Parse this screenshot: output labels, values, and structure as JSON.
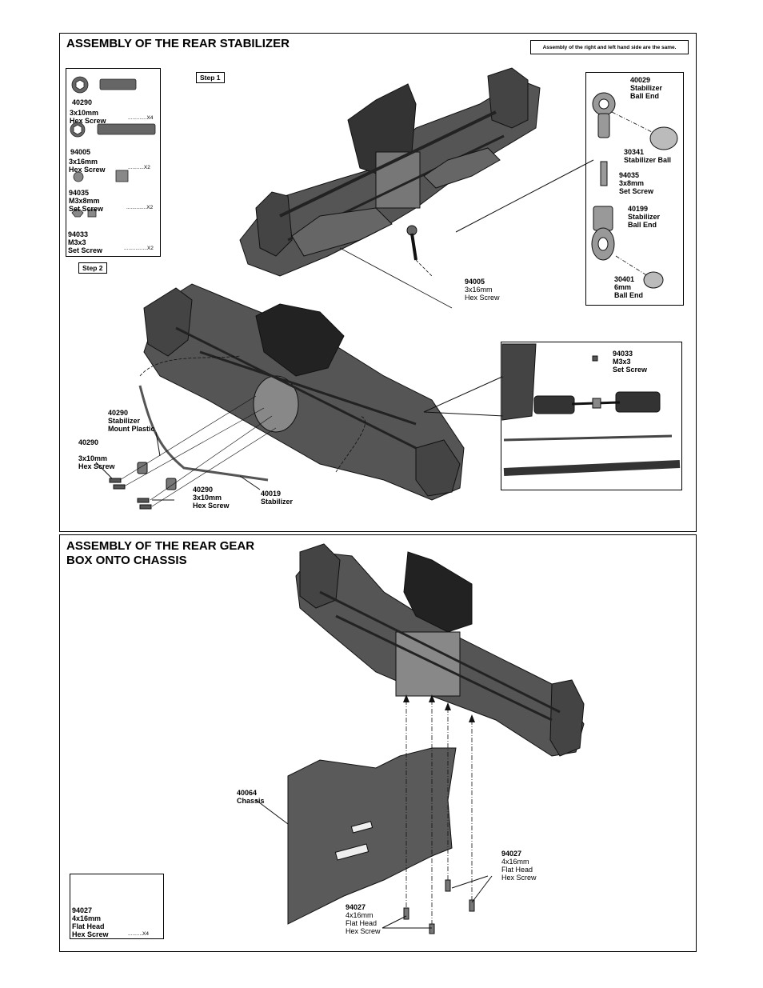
{
  "section1": {
    "title": "ASSEMBLY OF THE REAR STABILIZER",
    "note": "Assembly of the right and left hand side are the same.",
    "step1": "Step 1",
    "step2": "Step 2",
    "parts_box": [
      {
        "code": "40290",
        "desc": "3x10mm\nHex Screw",
        "qty": ".............X4"
      },
      {
        "code": "94005",
        "desc": "3x16mm\nHex Screw",
        "qty": "...........X2"
      },
      {
        "code": "94035",
        "desc": "M3x8mm\nSet Screw",
        "qty": "..............X2"
      },
      {
        "code": "94033",
        "desc": "M3x3\nSet Screw",
        "qty": "................X2"
      }
    ],
    "callouts": {
      "hex_94005": {
        "code": "94005",
        "desc": "3x16mm\nHex Screw"
      },
      "ball_end_40029": {
        "code": "40029",
        "desc": "Stabilizer\nBall End"
      },
      "ball_30341": {
        "code": "30341",
        "desc": "Stabilizer Ball"
      },
      "set_94035": {
        "code": "94035",
        "desc": "3x8mm\nSet Screw"
      },
      "ball_end_40199": {
        "code": "40199",
        "desc": "Stabilizer\nBall End"
      },
      "ball_end_30401": {
        "code": "30401",
        "desc": "6mm\nBall End"
      },
      "set_94033": {
        "code": "94033",
        "desc": "M3x3\nSet Screw"
      },
      "mount_40290": {
        "code": "40290",
        "desc": "Stabilizer\nMount Plastic"
      },
      "screw_40290_left": {
        "code": "40290",
        "desc": "3x10mm\nHex Screw"
      },
      "screw_40290_mid": {
        "code": "40290",
        "desc": "3x10mm\nHex Screw"
      },
      "stabilizer_40019": {
        "code": "40019",
        "desc": "Stabilizer"
      }
    }
  },
  "section2": {
    "title": "ASSEMBLY OF THE REAR GEAR\nBOX ONTO CHASSIS",
    "chassis": {
      "code": "40064",
      "desc": "Chassis"
    },
    "flat_right": {
      "code": "94027",
      "desc": "4x16mm\nFlat  Head\nHex Screw"
    },
    "flat_bottom": {
      "code": "94027",
      "desc": "4x16mm\nFlat  Head\nHex Screw"
    },
    "parts_box": {
      "code": "94027",
      "desc": "4x16mm\nFlat  Head\nHex Screw",
      "qty": "..........X4"
    }
  }
}
